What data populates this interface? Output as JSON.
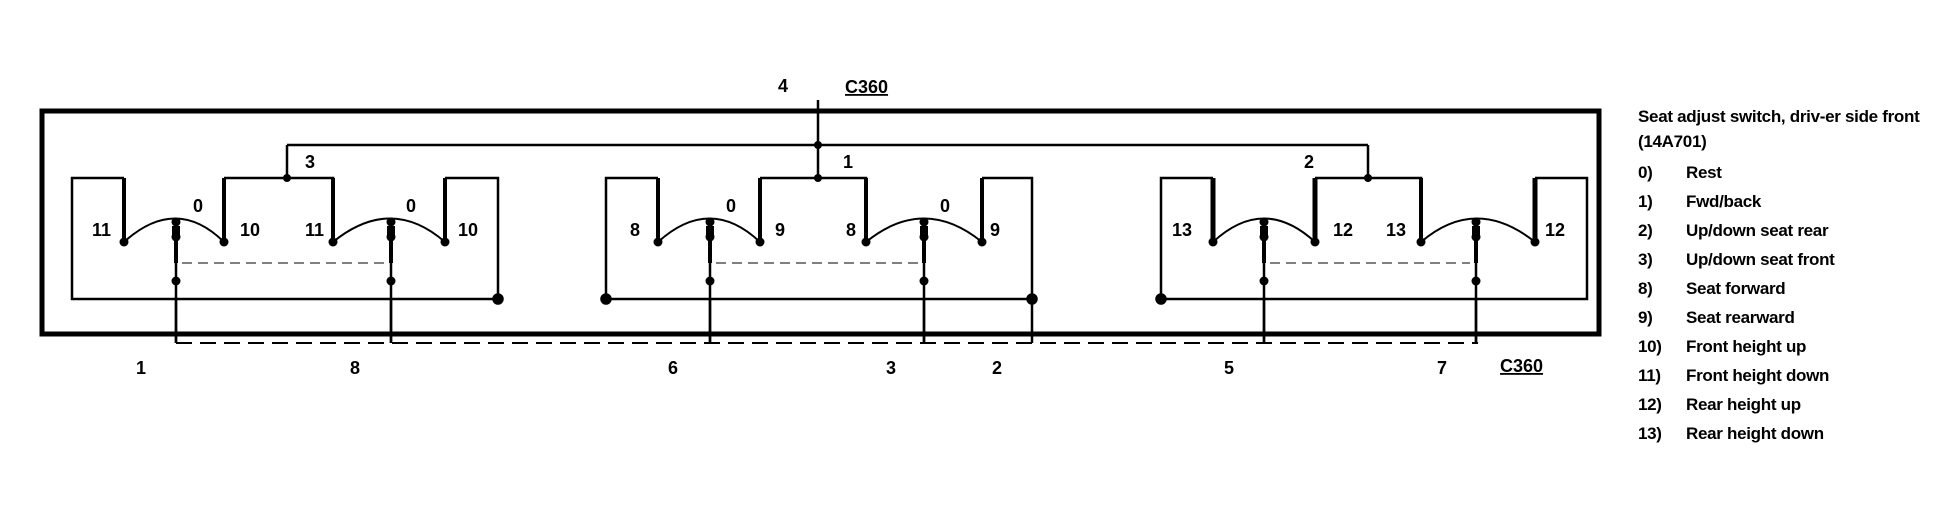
{
  "connector": {
    "top_id": "C360",
    "bottom_id": "C360",
    "top_pin": "4"
  },
  "bus_labels": {
    "left": "3",
    "center": "1",
    "right": "2"
  },
  "bottom_pins": [
    "1",
    "8",
    "6",
    "3",
    "2",
    "5",
    "7"
  ],
  "switch_positions": [
    {
      "left": "11",
      "rest": "0",
      "right": "10"
    },
    {
      "left": "11",
      "rest": "0",
      "right": "10"
    },
    {
      "left": "8",
      "rest": "0",
      "right": "9"
    },
    {
      "left": "8",
      "rest": "0",
      "right": "9"
    },
    {
      "left": "13",
      "rest": "",
      "right": "12"
    },
    {
      "left": "13",
      "rest": "",
      "right": "12"
    }
  ],
  "legend": {
    "title": "Seat adjust switch, driv-er side front (14A701)",
    "items": [
      {
        "code": "0)",
        "label": "Rest"
      },
      {
        "code": "1)",
        "label": "Fwd/back"
      },
      {
        "code": "2)",
        "label": "Up/down seat rear"
      },
      {
        "code": "3)",
        "label": "Up/down seat front"
      },
      {
        "code": "8)",
        "label": "Seat forward"
      },
      {
        "code": "9)",
        "label": "Seat rearward"
      },
      {
        "code": "10)",
        "label": "Front height up"
      },
      {
        "code": "11)",
        "label": "Front height down"
      },
      {
        "code": "12)",
        "label": "Rear height up"
      },
      {
        "code": "13)",
        "label": "Rear height down"
      }
    ]
  }
}
